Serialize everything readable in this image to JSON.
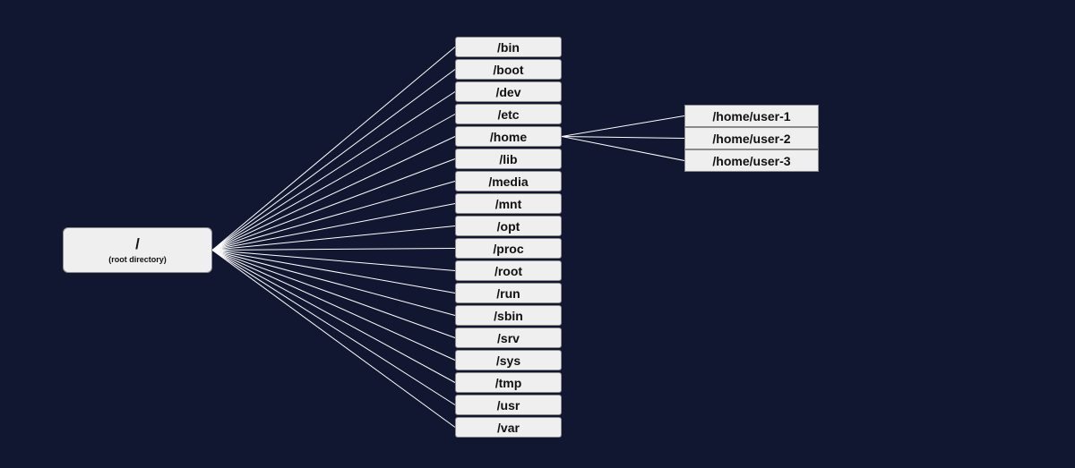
{
  "root": {
    "title": "/",
    "subtitle": "(root directory)"
  },
  "directories": [
    {
      "label": "/bin"
    },
    {
      "label": "/boot"
    },
    {
      "label": "/dev"
    },
    {
      "label": "/etc"
    },
    {
      "label": "/home"
    },
    {
      "label": "/lib"
    },
    {
      "label": "/media"
    },
    {
      "label": "/mnt"
    },
    {
      "label": "/opt"
    },
    {
      "label": "/proc"
    },
    {
      "label": "/root"
    },
    {
      "label": "/run"
    },
    {
      "label": "/sbin"
    },
    {
      "label": "/srv"
    },
    {
      "label": "/sys"
    },
    {
      "label": "/tmp"
    },
    {
      "label": "/usr"
    },
    {
      "label": "/var"
    }
  ],
  "home_children": [
    {
      "label": "/home/user-1"
    },
    {
      "label": "/home/user-2"
    },
    {
      "label": "/home/user-3"
    }
  ],
  "colors": {
    "background": "#111631",
    "box_fill": "#efefef",
    "box_border": "#8a8a8a",
    "connector": "#ffffff"
  }
}
